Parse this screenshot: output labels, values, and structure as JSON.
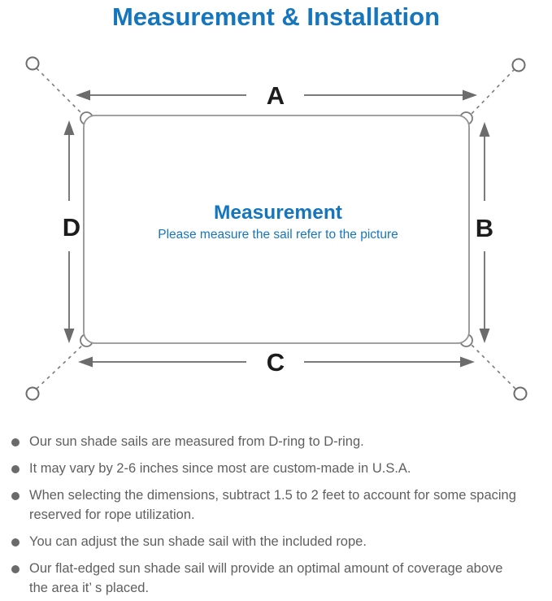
{
  "title": "Measurement & Installation",
  "colors": {
    "accent_blue": "#1576bd",
    "line_gray": "#7b7b7b",
    "arrow_gray": "#6c6c6c",
    "outline_gray": "#949494",
    "label_black": "#1c1c1c",
    "note_text_gray": "#5f5f5f"
  },
  "diagram": {
    "labels": {
      "top": "A",
      "right": "B",
      "bottom": "C",
      "left": "D"
    },
    "center": {
      "heading": "Measurement",
      "subheading": "Please measure the sail refer to the picture"
    },
    "anchor_icon": "corner-ring",
    "rope_style": "dashed-line"
  },
  "notes": {
    "items": [
      {
        "text": "Our sun shade sails are measured from D-ring to D-ring."
      },
      {
        "text": "It may vary by 2-6 inches since most are custom-made in U.S.A."
      },
      {
        "text": "When selecting the dimensions, subtract 1.5 to 2 feet to account for some spacing\nreserved for rope utilization."
      },
      {
        "text": "You can adjust the sun shade sail with the included rope."
      },
      {
        "text": "Our flat-edged sun shade sail will provide an optimal amount of coverage above\nthe area it’ s placed."
      }
    ]
  }
}
